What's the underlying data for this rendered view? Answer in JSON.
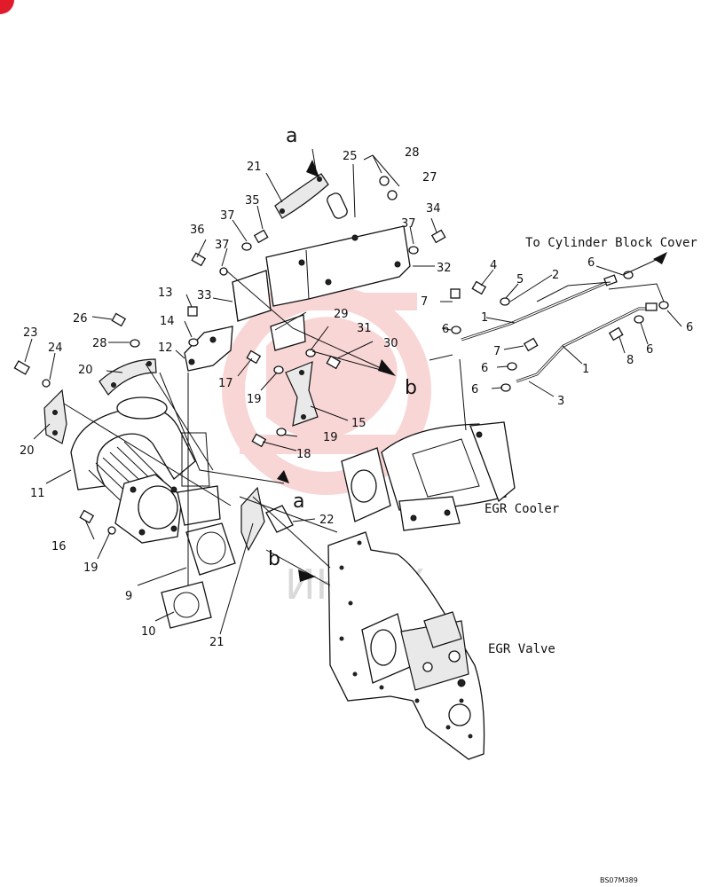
{
  "diagram": {
    "part_labels": [
      "1",
      "1",
      "2",
      "3",
      "4",
      "5",
      "6",
      "6",
      "6",
      "6",
      "6",
      "6",
      "7",
      "7",
      "8",
      "9",
      "10",
      "11",
      "12",
      "13",
      "14",
      "15",
      "16",
      "17",
      "18",
      "19",
      "19",
      "19",
      "20",
      "20",
      "21",
      "21",
      "22",
      "23",
      "24",
      "25",
      "26",
      "27",
      "28",
      "28",
      "29",
      "30",
      "31",
      "32",
      "33",
      "34",
      "35",
      "36",
      "37",
      "37",
      "37"
    ],
    "callouts": {
      "cyl_block": "To Cylinder Block Cover",
      "egr_cooler": "EGR Cooler",
      "egr_valve": "EGR Valve"
    },
    "view_refs": {
      "a_top": "a",
      "a_mid": "a",
      "b_left": "b",
      "b_right": "b"
    },
    "watermark": "ИНТЕХ",
    "drawing_code": "BS07M389"
  }
}
